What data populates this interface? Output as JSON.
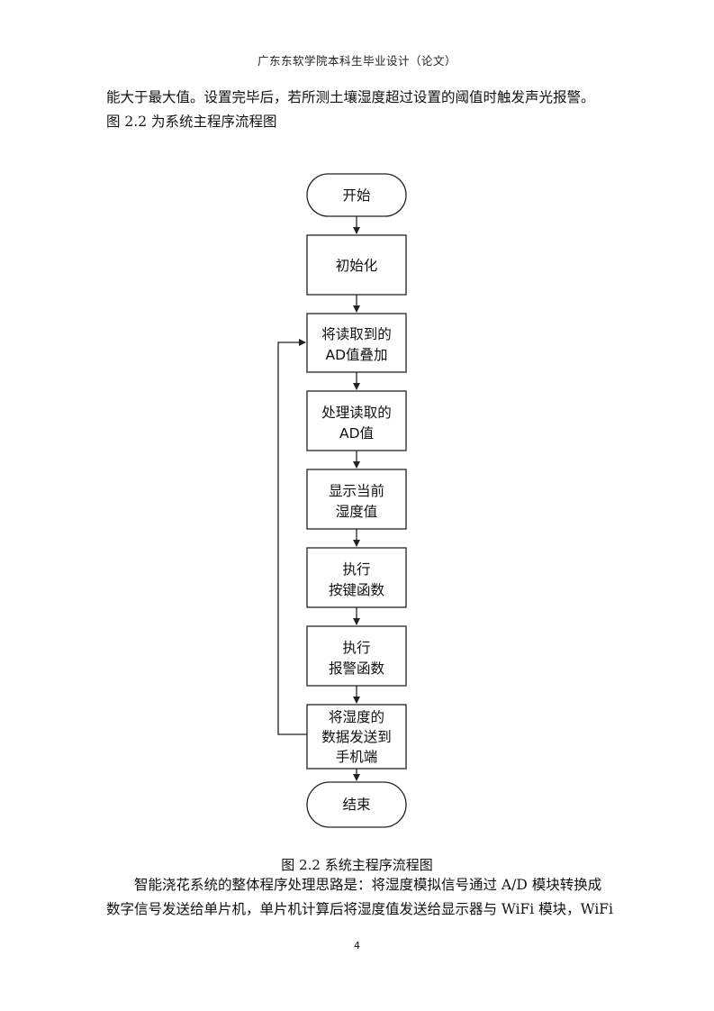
{
  "header": {
    "title": "广东东软学院本科生毕业设计（论文）"
  },
  "body_top": {
    "line1": "能大于最大值。设置完毕后，若所测土壤湿度超过设置的阈值时触发声光报警。",
    "line2": "图 2.2 为系统主程序流程图"
  },
  "flowchart": {
    "start": "开始",
    "init": "初始化",
    "read_line1": "将读取到的",
    "read_line2": "AD值叠加",
    "process_line1": "处理读取的",
    "process_line2": "AD值",
    "display_line1": "显示当前",
    "display_line2": "湿度值",
    "key_line1": "执行",
    "key_line2": "按键函数",
    "alarm_line1": "执行",
    "alarm_line2": "报警函数",
    "send_line1": "将湿度的",
    "send_line2": "数据发送到",
    "send_line3": "手机端",
    "end": "结束"
  },
  "caption": "图 2.2 系统主程序流程图",
  "body_bottom": {
    "line1": "智能浇花系统的整体程序处理思路是：将湿度模拟信号通过 A/D 模块转换成",
    "line2": "数字信号发送给单片机，单片机计算后将湿度值发送给显示器与 WiFi 模块，WiFi"
  },
  "page_number": "4"
}
